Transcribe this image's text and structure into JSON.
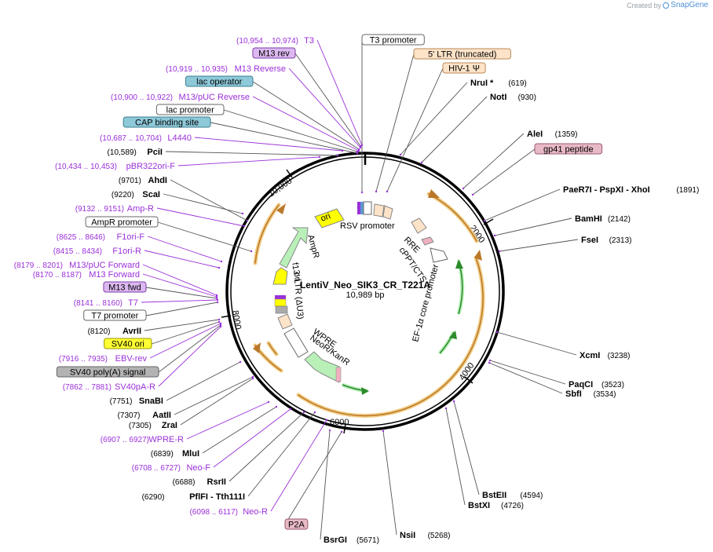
{
  "brand": {
    "prefix": "Created by",
    "name": "SnapGene",
    "icon": "snapgene-logo-icon"
  },
  "plasmid": {
    "name": "LentiV_Neo_SIK3_CR_T221A",
    "length_label": "10,989 bp",
    "length_bp": 10989
  },
  "colors": {
    "purple": "#9b30d9",
    "black": "#000000",
    "grey": "#666666",
    "orange_feature": "#e0a030",
    "green_feature": "#b8f0b8",
    "yellow_feature": "#ffff00"
  },
  "tick_labels": [
    "2000",
    "4000",
    "6000",
    "8000",
    "10,000"
  ],
  "sites_left": [
    {
      "coord": "(10,954 .. 10,974)",
      "label": "T3",
      "style": "primer"
    },
    {
      "coord": "",
      "label": "M13 rev",
      "style": "box-purple"
    },
    {
      "coord": "(10,919 .. 10,935)",
      "label": "M13 Reverse",
      "style": "primer"
    },
    {
      "coord": "",
      "label": "lac operator",
      "style": "box-teal"
    },
    {
      "coord": "(10,900 .. 10,922)",
      "label": "M13/pUC Reverse",
      "style": "primer"
    },
    {
      "coord": "",
      "label": "lac promoter",
      "style": "box-white"
    },
    {
      "coord": "",
      "label": "CAP binding site",
      "style": "box-teal"
    },
    {
      "coord": "(10,687 .. 10,704)",
      "label": "L4440",
      "style": "primer"
    },
    {
      "coord": "(10,589)",
      "label": "PciI",
      "style": "enzyme"
    },
    {
      "coord": "(10,434 .. 10,453)",
      "label": "pBR322ori-F",
      "style": "primer"
    },
    {
      "coord": "(9701)",
      "label": "AhdI",
      "style": "enzyme"
    },
    {
      "coord": "(9220)",
      "label": "ScaI",
      "style": "enzyme"
    },
    {
      "coord": "(9132 .. 9151)",
      "label": "Amp-R",
      "style": "primer"
    },
    {
      "coord": "",
      "label": "AmpR promoter",
      "style": "box-white"
    },
    {
      "coord": "(8625 .. 8646)",
      "label": "F1ori-F",
      "style": "primer"
    },
    {
      "coord": "(8415 .. 8434)",
      "label": "F1ori-R",
      "style": "primer"
    },
    {
      "coord": "(8179 .. 8201)",
      "label": "M13/pUC Forward",
      "style": "primer"
    },
    {
      "coord": "(8170 .. 8187)",
      "label": "M13 Forward",
      "style": "primer"
    },
    {
      "coord": "",
      "label": "M13 fwd",
      "style": "box-purple"
    },
    {
      "coord": "(8141 .. 8160)",
      "label": "T7",
      "style": "primer"
    },
    {
      "coord": "",
      "label": "T7 promoter",
      "style": "box-white"
    },
    {
      "coord": "(8120)",
      "label": "AvrII",
      "style": "enzyme"
    },
    {
      "coord": "",
      "label": "SV40 ori",
      "style": "box-yellow"
    },
    {
      "coord": "(7916 .. 7935)",
      "label": "EBV-rev",
      "style": "primer"
    },
    {
      "coord": "",
      "label": "SV40 poly(A) signal",
      "style": "box-grey"
    },
    {
      "coord": "(7862 .. 7881)",
      "label": "SV40pA-R",
      "style": "primer"
    },
    {
      "coord": "(7751)",
      "label": "SnaBI",
      "style": "enzyme"
    },
    {
      "coord": "(7307)",
      "label": "AatII",
      "style": "enzyme"
    },
    {
      "coord": "(7305)",
      "label": "ZraI",
      "style": "enzyme"
    },
    {
      "coord": "(6907 .. 6927)",
      "label": "WPRE-R",
      "style": "primer"
    },
    {
      "coord": "(6839)",
      "label": "MluI",
      "style": "enzyme"
    },
    {
      "coord": "(6708 .. 6727)",
      "label": "Neo-F",
      "style": "primer"
    },
    {
      "coord": "(6688)",
      "label": "RsrII",
      "style": "enzyme"
    },
    {
      "coord": "(6290)",
      "label": "PflFI - Tth111I",
      "style": "enzyme"
    },
    {
      "coord": "(6098 .. 6117)",
      "label": "Neo-R",
      "style": "primer"
    }
  ],
  "sites_right": [
    {
      "coord": "",
      "label": "T3 promoter",
      "style": "box-white"
    },
    {
      "coord": "",
      "label": "5' LTR (truncated)",
      "style": "box-peach"
    },
    {
      "coord": "",
      "label": "HIV-1 Ψ",
      "style": "box-peach"
    },
    {
      "coord": "(619)",
      "label": "NruI *",
      "style": "enzyme"
    },
    {
      "coord": "(930)",
      "label": "NotI",
      "style": "enzyme"
    },
    {
      "coord": "(1359)",
      "label": "AleI",
      "style": "enzyme"
    },
    {
      "coord": "",
      "label": "gp41 peptide",
      "style": "box-pink"
    },
    {
      "coord": "(1891)",
      "label": "PaeR7I - PspXI - XhoI",
      "style": "enzyme"
    },
    {
      "coord": "(2142)",
      "label": "BamHI",
      "style": "enzyme"
    },
    {
      "coord": "(2313)",
      "label": "FseI",
      "style": "enzyme"
    },
    {
      "coord": "(3238)",
      "label": "XcmI",
      "style": "enzyme"
    },
    {
      "coord": "(3523)",
      "label": "PaqCI",
      "style": "enzyme"
    },
    {
      "coord": "(3534)",
      "label": "SbfI",
      "style": "enzyme"
    },
    {
      "coord": "(4594)",
      "label": "BstEII",
      "style": "enzyme"
    },
    {
      "coord": "(4726)",
      "label": "BstXI",
      "style": "enzyme"
    },
    {
      "coord": "(5268)",
      "label": "NsiI",
      "style": "enzyme"
    },
    {
      "coord": "",
      "label": "P2A",
      "style": "box-pink"
    },
    {
      "coord": "(5671)",
      "label": "BsrGI",
      "style": "enzyme"
    }
  ],
  "inner_labels": [
    "ori",
    "RSV promoter",
    "AmpR",
    "f1 ori",
    "3' LTR (ΔU3)",
    "RRE",
    "cPPT/CTS",
    "EF-1α core promoter",
    "WPRE",
    "NeoR/KanR"
  ]
}
